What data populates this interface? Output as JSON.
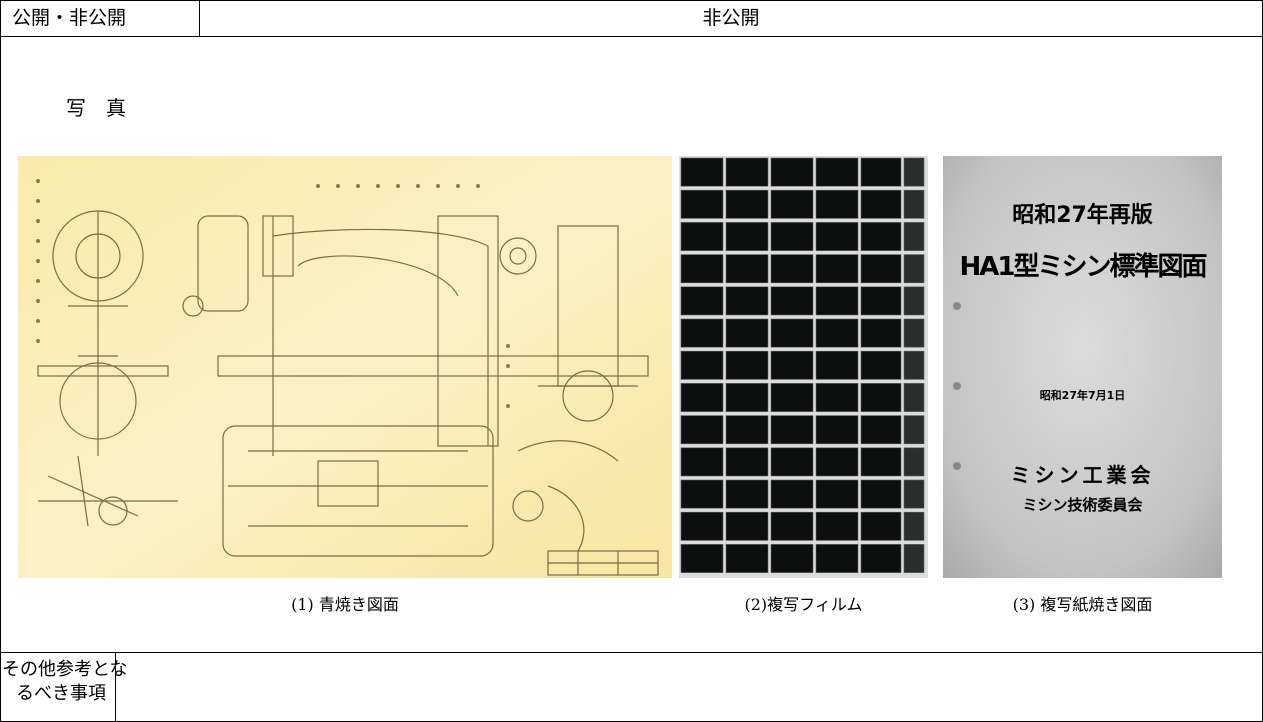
{
  "header": {
    "label": "公開・非公開",
    "value": "非公開"
  },
  "photos": {
    "section_title": "写　真",
    "items": [
      {
        "caption": "(1) 青焼き図面"
      },
      {
        "caption": "(2)複写フィルム"
      },
      {
        "caption": "(3) 複写紙焼き図面",
        "cover_lines": [
          "昭和27年再版",
          "HA1型ミシン標準図面",
          "昭和27年7月1日",
          "ミシン工業会",
          "ミシン技術委員会"
        ]
      }
    ]
  },
  "footer": {
    "label_line1": "その他参考とな",
    "label_line2": "るべき事項",
    "value": ""
  }
}
